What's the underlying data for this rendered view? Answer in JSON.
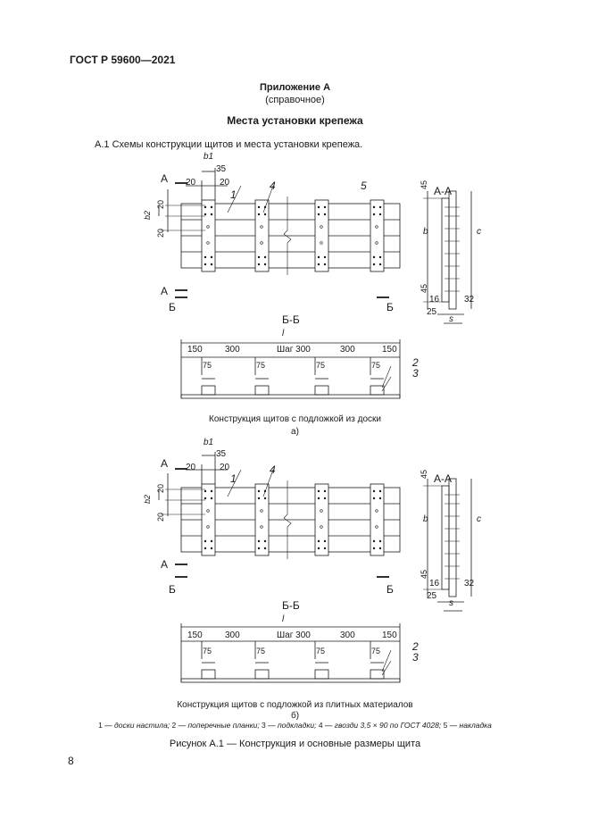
{
  "header": {
    "standard": "ГОСТ Р 59600—2021"
  },
  "appendix": {
    "title": "Приложение А",
    "subtitle": "(справочное)"
  },
  "section": {
    "title": "Места установки крепежа"
  },
  "intro": "А.1 Схемы конструкции щитов и места установки крепежа.",
  "drawing": {
    "section_aa": "А-А",
    "section_bb": "Б-Б",
    "mark_a": "А",
    "mark_b": "Б",
    "dims_top": [
      "b1",
      "35",
      "20",
      "20",
      "20",
      "b2",
      "20"
    ],
    "callouts": [
      "1",
      "4",
      "5",
      "2",
      "3"
    ],
    "dims_side": [
      "45",
      "b",
      "45",
      "c",
      "16",
      "32",
      "25",
      "s"
    ],
    "dims_bottom": [
      "l",
      "150",
      "300",
      "Шаг 300",
      "300",
      "150",
      "75"
    ]
  },
  "captions": {
    "a_text": "Конструкция щитов с подложкой из доски",
    "a_letter": "а)",
    "b_text": "Конструкция щитов с подложкой из плитных материалов",
    "b_letter": "б)"
  },
  "legend": [
    {
      "num": "1",
      "text": " — доски настила; "
    },
    {
      "num": "2",
      "text": " — поперечные планки; "
    },
    {
      "num": "3",
      "text": " — подкладки; "
    },
    {
      "num": "4",
      "text": " — гвозди 3,5 × 90 по ГОСТ 4028; "
    },
    {
      "num": "5",
      "text": " — накладка"
    }
  ],
  "figure_caption": "Рисунок А.1 — Конструкция и основные размеры щита",
  "page_number": "8"
}
